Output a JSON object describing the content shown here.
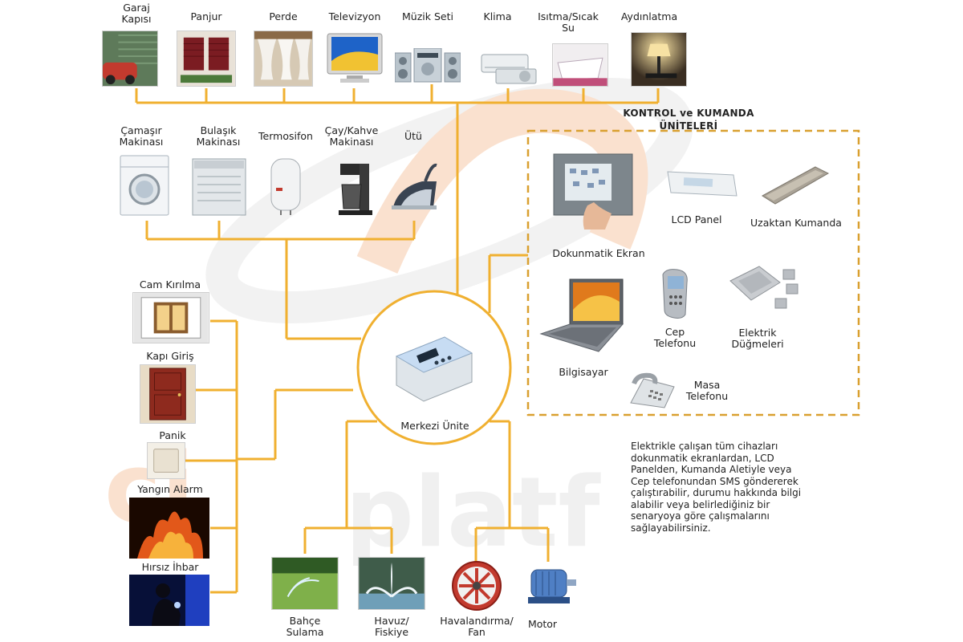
{
  "colors": {
    "line": "#F0B030",
    "dash": "#D9A030",
    "watermark_orange": "#F6C9A8",
    "watermark_gray": "#E6E6E6"
  },
  "top_row": [
    {
      "id": "garaj",
      "label": "Garaj\nKapısı",
      "icon": "garage-door-icon"
    },
    {
      "id": "panjur",
      "label": "Panjur",
      "icon": "shutter-icon"
    },
    {
      "id": "perde",
      "label": "Perde",
      "icon": "curtain-icon"
    },
    {
      "id": "tv",
      "label": "Televizyon",
      "icon": "tv-icon"
    },
    {
      "id": "muzik",
      "label": "Müzik Seti",
      "icon": "stereo-icon"
    },
    {
      "id": "klima",
      "label": "Klima",
      "icon": "air-conditioner-icon"
    },
    {
      "id": "isitma",
      "label": "Isıtma/Sıcak\nSu",
      "icon": "bathtub-icon"
    },
    {
      "id": "aydinlatma",
      "label": "Aydınlatma",
      "icon": "lamp-icon"
    }
  ],
  "second_row": [
    {
      "id": "camasir",
      "label": "Çamaşır\nMakinası",
      "icon": "washing-machine-icon"
    },
    {
      "id": "bulasik",
      "label": "Bulaşık\nMakinası",
      "icon": "dishwasher-icon"
    },
    {
      "id": "termosifon",
      "label": "Termosifon",
      "icon": "water-heater-icon"
    },
    {
      "id": "cay",
      "label": "Çay/Kahve\nMakinası",
      "icon": "coffee-maker-icon"
    },
    {
      "id": "utu",
      "label": "Ütü",
      "icon": "iron-icon"
    }
  ],
  "left_column": [
    {
      "id": "cam",
      "label": "Cam Kırılma",
      "icon": "window-icon"
    },
    {
      "id": "kapi",
      "label": "Kapı Giriş",
      "icon": "door-icon"
    },
    {
      "id": "panik",
      "label": "Panik",
      "icon": "panic-button-icon"
    },
    {
      "id": "yangin",
      "label": "Yangın Alarm",
      "icon": "fire-icon"
    },
    {
      "id": "hirsiz",
      "label": "Hırsız İhbar",
      "icon": "burglar-icon"
    }
  ],
  "bottom_row": [
    {
      "id": "bahce",
      "label": "Bahçe\nSulama",
      "icon": "sprinkler-icon"
    },
    {
      "id": "havuz",
      "label": "Havuz/\nFiskiye",
      "icon": "fountain-icon"
    },
    {
      "id": "havalandirma",
      "label": "Havalandırma/\nFan",
      "icon": "fan-icon"
    },
    {
      "id": "motor",
      "label": "Motor",
      "icon": "motor-icon"
    }
  ],
  "center": {
    "label": "Merkezi Ünite",
    "icon": "central-unit-icon"
  },
  "control": {
    "title": "KONTROL ve KUMANDA\nÜNİTELERİ",
    "items": [
      {
        "id": "dokunmatik",
        "label": "Dokunmatik Ekran",
        "icon": "touchscreen-icon"
      },
      {
        "id": "lcd",
        "label": "LCD Panel",
        "icon": "lcd-panel-icon"
      },
      {
        "id": "uzaktan",
        "label": "Uzaktan Kumanda",
        "icon": "remote-control-icon"
      },
      {
        "id": "bilgisayar",
        "label": "Bilgisayar",
        "icon": "laptop-icon"
      },
      {
        "id": "cep",
        "label": "Cep\nTelefonu",
        "icon": "mobile-phone-icon"
      },
      {
        "id": "elektrik",
        "label": "Elektrik\nDüğmeleri",
        "icon": "light-switch-icon"
      },
      {
        "id": "masa",
        "label": "Masa\nTelefonu",
        "icon": "desk-phone-icon"
      }
    ]
  },
  "description": "Elektrikle çalışan tüm cihazları\ndokunmatik ekranlardan, LCD\nPanelden, Kumanda Aletiyle veya\nCep telefonundan SMS göndererek\nçalıştırabilir, durumu hakkında bilgi\nalabilir veya belirlediğiniz bir\nsenaryoya göre çalışmalarını\nsağlayabilirsiniz."
}
